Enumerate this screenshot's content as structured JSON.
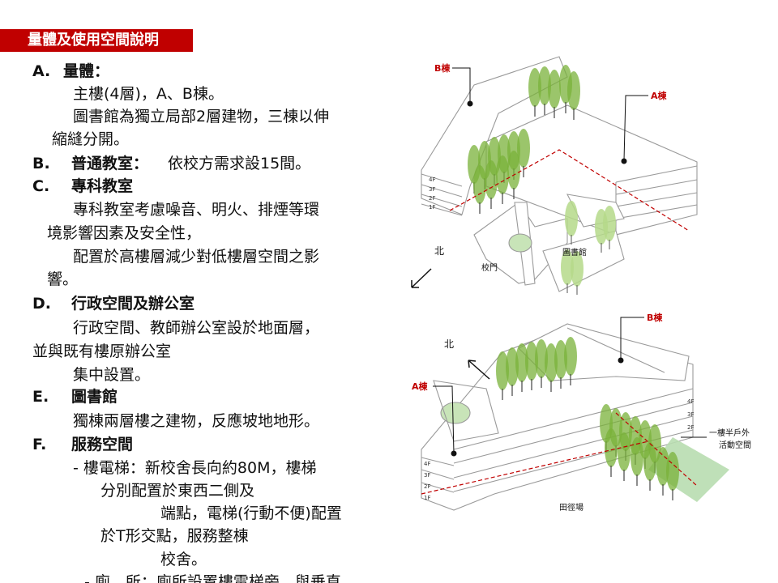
{
  "slide": {
    "title": "量體及使用空間說明"
  },
  "sections": {
    "a": {
      "mark": "A.",
      "heading": "量體：",
      "lines": [
        "主樓(4層)，A、B棟。",
        "圖書館為獨立局部2層建物，三棟以伸",
        "縮縫分開。"
      ]
    },
    "b": {
      "mark": "B.",
      "heading": "普通教室：",
      "text": "依校方需求設15間。"
    },
    "c": {
      "mark": "C.",
      "heading": "專科教室",
      "lines": [
        "專科教室考慮噪音、明火、排煙等環",
        "境影響因素及安全性，",
        "配置於高樓層減少對低樓層空間之影",
        "響。"
      ]
    },
    "d": {
      "mark": "D.",
      "heading": "行政空間及辦公室",
      "lines": [
        "行政空間、教師辦公室設於地面層，",
        "並與既有樓原辦公室",
        "集中設置。"
      ]
    },
    "e": {
      "mark": "E.",
      "heading": "圖書館",
      "lines": [
        "獨棟兩層樓之建物，反應坡地地形。"
      ]
    },
    "f": {
      "mark": "F.",
      "heading": "服務空間",
      "lines": [
        "- 樓電梯：新校舍長向約80M，樓梯",
        "分別配置於東西二側及",
        "端點，電梯(行動不便)配置",
        "於T形交點，服務整棟",
        "校舍。",
        "- 廁　所：廁所設置樓電梯旁，與垂直"
      ]
    }
  },
  "diagram": {
    "top": {
      "b_label": "B棟",
      "a_label": "A棟",
      "north": "北",
      "gate": "校門",
      "library": "圖書館",
      "floors": [
        "4F",
        "3F",
        "2F",
        "1F"
      ]
    },
    "bottom": {
      "b_label": "B棟",
      "a_label": "A棟",
      "north": "北",
      "field": "田徑場",
      "outdoor_line1": "一樓半戶外",
      "outdoor_line2": "活動空間",
      "floors_right": [
        "4F",
        "3F",
        "2F"
      ],
      "floors_left": [
        "4F",
        "3F",
        "2F",
        "1F"
      ]
    },
    "colors": {
      "accent": "#c00000",
      "tree_dark": "#6aa32a",
      "tree_light": "#b5d98a",
      "line": "#9a9a9a",
      "lawn": "#b8ddb0"
    }
  }
}
